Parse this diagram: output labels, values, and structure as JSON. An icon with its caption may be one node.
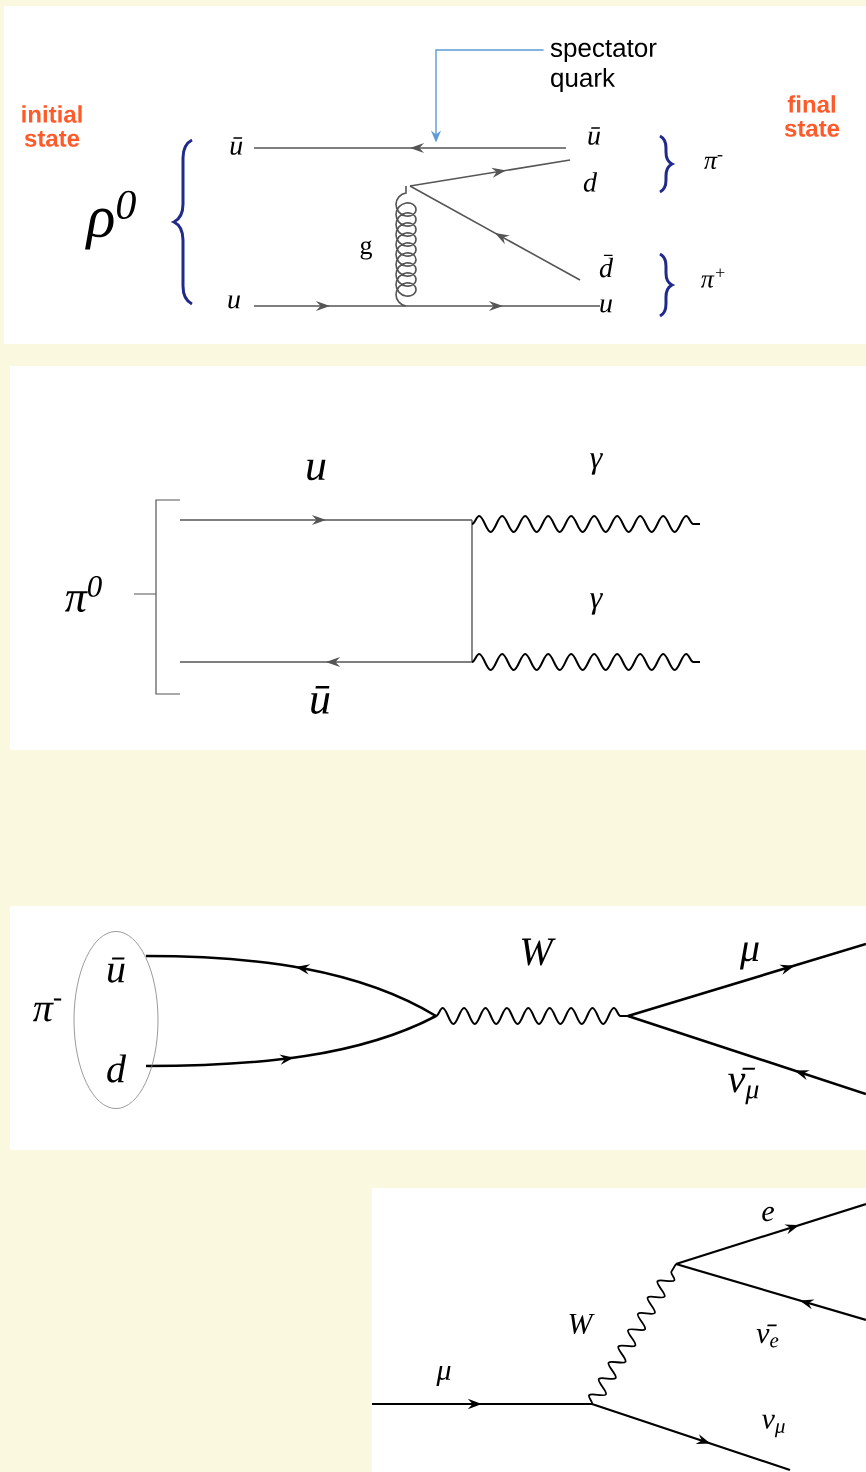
{
  "diagram": {
    "nodes": [
      {
        "text": [
          "spectator quark"
        ]
      },
      {
        "text": [
          "ū",
          "d"
        ],
        "beside": [
          "π$^{-}$"
        ]
      },
      {
        "text": [],
        "shape": "line",
        "beside": [
          "ū"
        ]
      }
    ],
    "edges": [
      {
        "from": 0,
        "to": 2,
        "arrow": "to",
        "color": "#5b9bd5"
      }
    ],
    "labels": [
      "initial state",
      "final state",
      "ρ$^{0}$",
      "ū",
      "d",
      "π$^{-}$",
      "g",
      "d̄",
      "π$^{+}$",
      "u",
      "u",
      "u",
      "γ",
      "π$^{0}$",
      "γ",
      "ū",
      "W",
      "μ",
      "ν̄$_{μ}$",
      "e",
      "ν̄$_{e}$",
      "W",
      "μ",
      "ν$_{μ}$"
    ]
  }
}
